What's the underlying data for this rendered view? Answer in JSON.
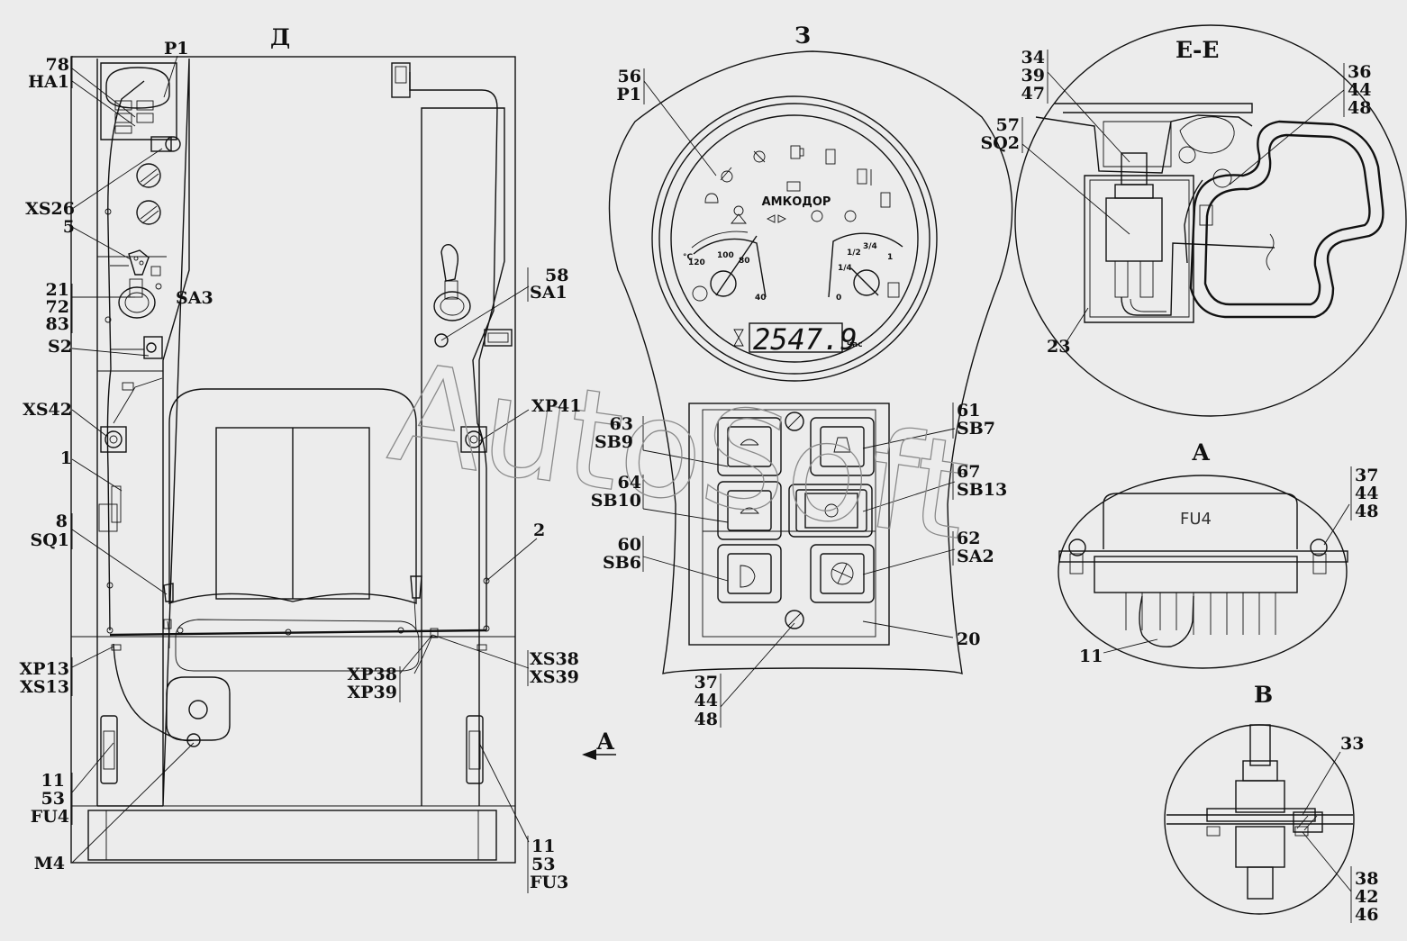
{
  "views": {
    "d": "Д",
    "z": "З",
    "ee": "Е-Е",
    "a": "А",
    "v": "В",
    "arrow_a": "А"
  },
  "panel": {
    "brand": "АМКОДОР",
    "hours_value": "2547.9",
    "hours_unit": "час",
    "temp_unit": "°C",
    "temp_ticks": [
      "120",
      "100",
      "80",
      "40"
    ],
    "fuel_ticks": [
      "1/4",
      "1/2",
      "3/4",
      "1",
      "0"
    ]
  },
  "fuse_label": "FU4",
  "watermark": "AutoSoft",
  "callouts": {
    "p1_top": "P1",
    "c78": "78",
    "ha1": "HA1",
    "xs26": "XS26",
    "c5": "5",
    "c21": "21",
    "c72": "72",
    "c83": "83",
    "sa3": "SA3",
    "s2": "S2",
    "xs42": "XS42",
    "c1": "1",
    "c8": "8",
    "sq1": "SQ1",
    "xp13": "XP13",
    "xs13": "XS13",
    "c11a": "11",
    "c53a": "53",
    "fu4a": "FU4",
    "m4": "M4",
    "c58": "58",
    "sa1": "SA1",
    "xp41": "XP41",
    "c2": "2",
    "xs38": "XS38",
    "xs39": "XS39",
    "xp38": "XP38",
    "xp39": "XP39",
    "c11b": "11",
    "c53b": "53",
    "fu3": "FU3",
    "c56": "56",
    "p1": "P1",
    "c63": "63",
    "sb9": "SB9",
    "c64": "64",
    "sb10": "SB10",
    "c60": "60",
    "sb6": "SB6",
    "c37a": "37",
    "c44a": "44",
    "c48a": "48",
    "c61": "61",
    "sb7": "SB7",
    "c67": "67",
    "sb13": "SB13",
    "c62": "62",
    "sa2": "SA2",
    "c20": "20",
    "c34": "34",
    "c39": "39",
    "c47": "47",
    "c57": "57",
    "sq2": "SQ2",
    "c36": "36",
    "c44b": "44",
    "c48b": "48",
    "c23": "23",
    "c37b": "37",
    "c44c": "44",
    "c48c": "48",
    "c11c": "11",
    "c33": "33",
    "c38": "38",
    "c42": "42",
    "c46": "46"
  }
}
